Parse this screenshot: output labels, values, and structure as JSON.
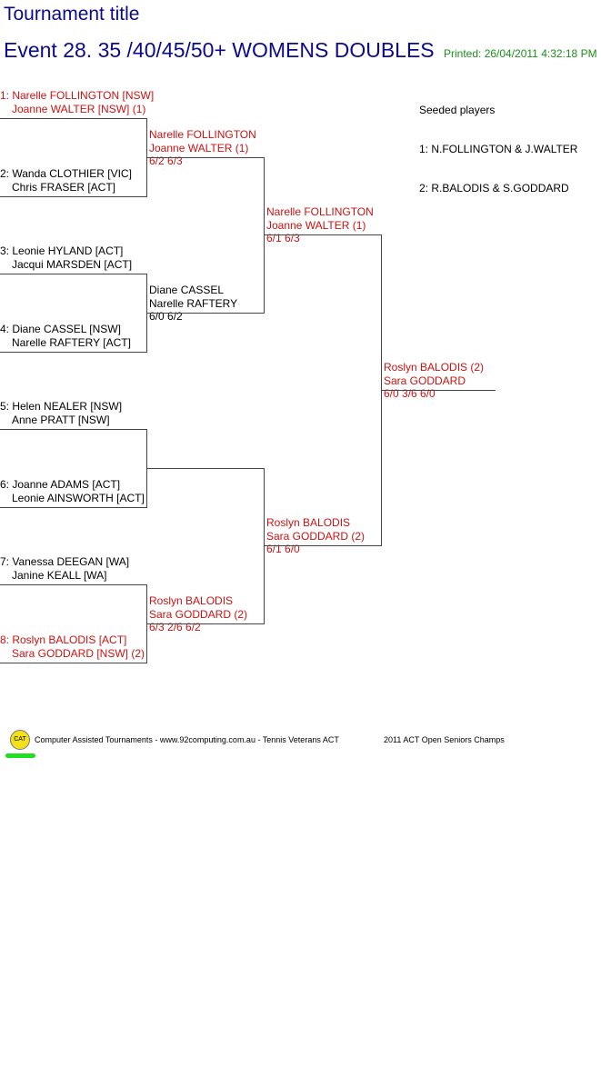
{
  "header": {
    "tournament_title": "Tournament title",
    "event_title": "Event 28. 35 /40/45/50+ WOMENS DOUBLES",
    "printed": "Printed: 26/04/2011 4:32:18 PM"
  },
  "round1": [
    {
      "line1": "1: Narelle FOLLINGTON [NSW]",
      "line2": "Joanne WALTER [NSW] (1)",
      "seeded": true
    },
    {
      "line1": "2: Wanda CLOTHIER [VIC]",
      "line2": "Chris FRASER [ACT]",
      "seeded": false
    },
    {
      "line1": "3: Leonie HYLAND [ACT]",
      "line2": "Jacqui MARSDEN [ACT]",
      "seeded": false
    },
    {
      "line1": "4: Diane CASSEL [NSW]",
      "line2": "Narelle RAFTERY [ACT]",
      "seeded": false
    },
    {
      "line1": "5: Helen NEALER [NSW]",
      "line2": "Anne PRATT [NSW]",
      "seeded": false
    },
    {
      "line1": "6: Joanne ADAMS [ACT]",
      "line2": "Leonie AINSWORTH [ACT]",
      "seeded": false
    },
    {
      "line1": "7: Vanessa DEEGAN [WA]",
      "line2": "Janine KEALL [WA]",
      "seeded": false
    },
    {
      "line1": "8: Roslyn BALODIS [ACT]",
      "line2": "Sara GODDARD [NSW] (2)",
      "seeded": true
    }
  ],
  "round2": [
    {
      "line1": "Narelle FOLLINGTON",
      "line2": "Joanne WALTER (1)",
      "score": "6/2 6/3",
      "seeded": true
    },
    {
      "line1": "Diane CASSEL",
      "line2": "Narelle RAFTERY",
      "score": "6/0 6/2",
      "seeded": false
    },
    {
      "line1": "",
      "line2": "",
      "score": "",
      "seeded": false
    },
    {
      "line1": "Roslyn BALODIS",
      "line2": "Sara GODDARD (2)",
      "score": "6/3 2/6 6/2",
      "seeded": true
    }
  ],
  "semis": [
    {
      "line1": "Narelle FOLLINGTON",
      "line2": "Joanne WALTER (1)",
      "score": "6/1 6/3",
      "seeded": true
    },
    {
      "line1": "Roslyn BALODIS",
      "line2": "Sara GODDARD (2)",
      "score": "6/1 6/0",
      "seeded": true
    }
  ],
  "winner": {
    "line1": "Roslyn BALODIS (2)",
    "line2": "Sara GODDARD",
    "score": "6/0 3/6 6/0",
    "seeded": true
  },
  "seeded_players": {
    "heading": "Seeded players",
    "items": [
      "1: N.FOLLINGTON & J.WALTER",
      "2: R.BALODIS & S.GODDARD"
    ]
  },
  "footer": {
    "logo_text": "CAT",
    "credit": "Computer Assisted Tournaments - www.92computing.com.au -  Tennis Veterans ACT",
    "event_name": "2011 ACT Open Seniors Champs"
  },
  "colors": {
    "seeded": "#cc1111",
    "title": "#0b0b8c",
    "printed": "#1a8f1a"
  }
}
